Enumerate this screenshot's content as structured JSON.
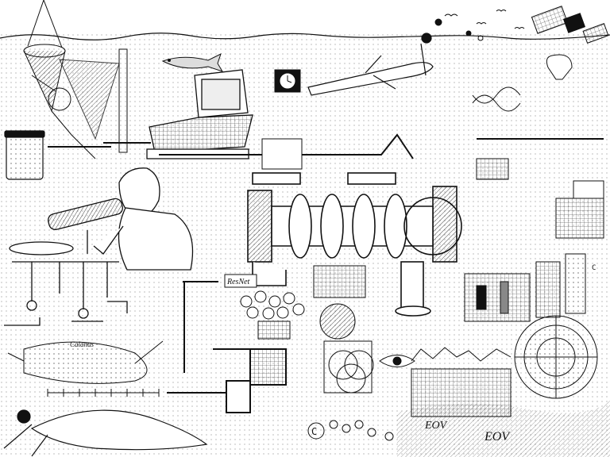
{
  "labels": {
    "resnet": "ResNet",
    "calanus": "Calanus",
    "eov_left": "EOV",
    "eov_right": "EOV",
    "tiny_left": "C",
    "tiny_right": "C"
  },
  "colors": {
    "ink": "#111111",
    "paper": "#ffffff",
    "shade": "#bdbdbd"
  }
}
